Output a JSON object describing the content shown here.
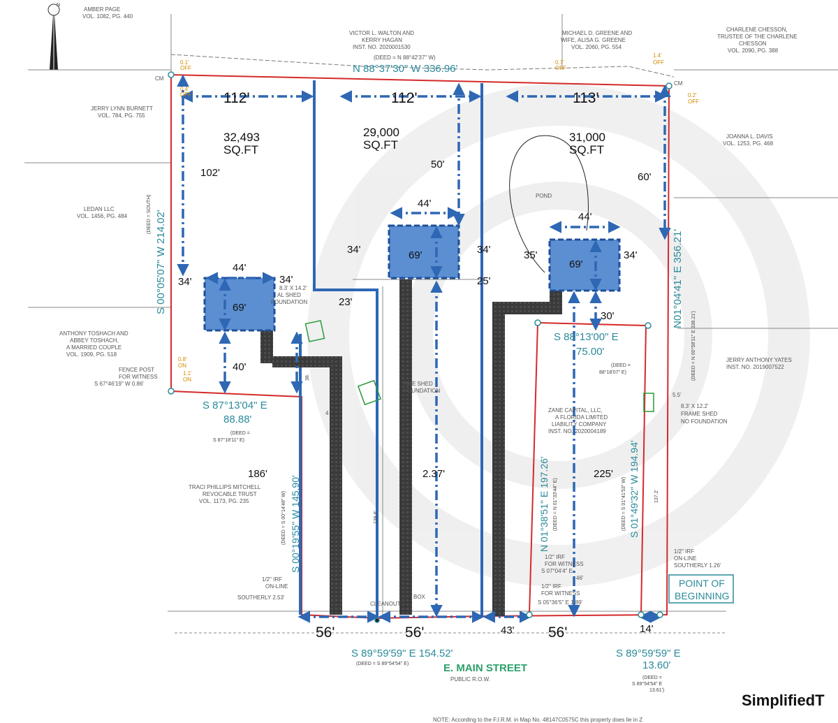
{
  "owners": {
    "amber_page": "AMBER PAGE",
    "amber_page_vol": "VOL. 1082, PG. 440",
    "walton_1": "VICTOR L. WALTON AND",
    "walton_2": "KERRY HAGAN",
    "walton_3": "INST. NO. 2020001530",
    "walton_deed": "(DEED = N 88°42'37\" W)",
    "greene_1": "MICHAEL D. GREENE AND",
    "greene_2": "WIFE, ALISA G. GREENE",
    "greene_3": "VOL. 2060, PG. 554",
    "chesson_1": "CHARLENE CHESSON,",
    "chesson_2": "TRUSTEE OF THE CHARLENE",
    "chesson_3": "CHESSON",
    "chesson_4": "VOL. 2090, PG. 388",
    "burnett_1": "JERRY LYNN BURNETT",
    "burnett_2": "VOL. 784, PG. 755",
    "davis_1": "JOANNA L. DAVIS",
    "davis_2": "VOL. 1253, PG. 468",
    "ledan_1": "LEDAN LLC",
    "ledan_2": "VOL. 1456, PG. 484",
    "toshach_1": "ANTHONY TOSHACH AND",
    "toshach_2": "ABBEY TOSHACH,",
    "toshach_3": "A MARRIED COUPLE",
    "toshach_4": "VOL. 1909, PG. 518",
    "yates_1": "JERRY ANTHONY YATES",
    "yates_2": "INST. NO. 2019007522",
    "mitchell_1": "TRACI PHILLIPS MITCHELL",
    "mitchell_2": "REVOCABLE TRUST",
    "mitchell_3": "VOL. 1173, PG. 235",
    "zane_1": "ZANE CAPITAL, LLC,",
    "zane_2": "A FLORIDA LIMITED",
    "zane_3": "LIABILITY COMPANY",
    "zane_4": "INST. NO. 2020004189"
  },
  "lots": [
    {
      "area": "32,493",
      "unit": "SQ.FT",
      "width": "112'"
    },
    {
      "area": "29,000",
      "unit": "SQ.FT",
      "width": "112'"
    },
    {
      "area": "31,000",
      "unit": "SQ.FT",
      "width": "113'"
    }
  ],
  "houses": [
    {
      "label": "69'",
      "width": "44'",
      "side_l": "34'",
      "side_r": "34'"
    },
    {
      "label": "69'",
      "width": "44'"
    },
    {
      "label": "69'",
      "width": "44'",
      "side_l": "35'",
      "side_r": "34'"
    }
  ],
  "dims": {
    "d102": "102'",
    "d50": "50'",
    "d60": "60'",
    "d34a": "34'",
    "d34b": "34'",
    "d23": "23'",
    "d25": "25'",
    "d30": "30'",
    "d40": "40'",
    "d186": "186'",
    "d237": "2.37'",
    "d225": "225'",
    "d56a": "56'",
    "d56b": "56'",
    "d43": "43'",
    "d56c": "56'",
    "d14": "14'",
    "d1396": "139.6'",
    "d1372": "137.2'",
    "d38": "38.",
    "d4": "4",
    "d55": "5.5'",
    "d46": "46'"
  },
  "bearings": {
    "north": "N 88°37'30\" W  336.96'",
    "west": "S 00°05'07\" W  214.02'",
    "west_deed": "(DEED = SOUTH)",
    "east": "N01°04'41\" E  356.21'",
    "east_deed": "(DEED = N 00°58'11\" E  338.21')",
    "s87": "S 87°13'04\" E",
    "s87_dist": "88.88'",
    "s87_deed_1": "(DEED =",
    "s87_deed_2": "S 87°18'11\" E)",
    "s88": "S 88°13'00\" E",
    "s88_dist": "75.00'",
    "s88_deed_1": "(DEED =",
    "s88_deed_2": "88°18'07\" E)",
    "s00_19": "S 00°19'55\" W  145.90'",
    "s00_19_deed": "(DEED = S 00°14'48\" W)",
    "n01_38": "N 01°38'51\" E  197.26'",
    "n01_38_deed": "(DEED = N 01°33'44\" E)",
    "s01_49": "S 01°49'32\" W  194.94'",
    "s01_49_deed": "(DEED = S 01°41'53\" W)",
    "s89a": "S 89°59'59\" E  154.52'",
    "s89a_deed": "(DEED = S 89°54'54\" E)",
    "s89b": "S 89°59'59\" E",
    "s89b_dist": "13.60'",
    "s89b_deed_1": "(DEED =",
    "s89b_deed_2": "S 89°54'54\" E",
    "s89b_deed_3": "13.61')"
  },
  "notes": {
    "cm1": "CM",
    "cm2": "CM",
    "off01": "0.1'",
    "off01b": "OFF",
    "off04": "0.4'",
    "off04b": "OFF",
    "off07": "0.7'",
    "off07b": "OFF",
    "off14": "1.4'",
    "off14b": "OFF",
    "off02": "0.2'",
    "off02b": "OFF",
    "fence1": "FENCE POST",
    "fence2": "FOR WITNESS",
    "fence3": "S 67°46'19\" W  0.86'",
    "on08": "0.8'",
    "on08b": "ON",
    "on11": "1.1'",
    "on11b": "ON",
    "shed1": "8.3' X 14.2'",
    "shed2": "AL SHED",
    "shed3": "FOUNDATION",
    "frame1": "AME SHED",
    "frame2": "FOUNDATION",
    "pond": "POND",
    "frame_r1": "8.3' X 12.2'",
    "frame_r2": "FRAME SHED",
    "frame_r3": "NO FOUNDATION",
    "irf_l1": "1/2\" IRF",
    "irf_l2": "ON-LINE",
    "irf_l3": "SOUTHERLY 2.53'",
    "irf_r1": "1/2\" IRF",
    "irf_r2": "ON-LINE",
    "irf_r3": "SOUTHERLY 1.26'",
    "irf_m1": "1/2\" IRF",
    "irf_m2": "FOR WITNESS",
    "irf_m3": "S 07°04'4\" E",
    "irf_m4": "1/2\" IRF",
    "irf_m5": "FOR WITNESS",
    "irf_m6": "S 05°36'5\" E  1.89'",
    "cleanout": "CLEANOUT",
    "box": "BOX",
    "pob1": "POINT OF",
    "pob2": "BEGINNING",
    "street": "E. MAIN STREET",
    "row": "PUBLIC R.O.W.",
    "brand": "SimplifiedT",
    "footer": "NOTE: According to the F.I.R.M. in Map No.     48147C0575C       this property does lie in Z",
    "north_letter": "N"
  }
}
